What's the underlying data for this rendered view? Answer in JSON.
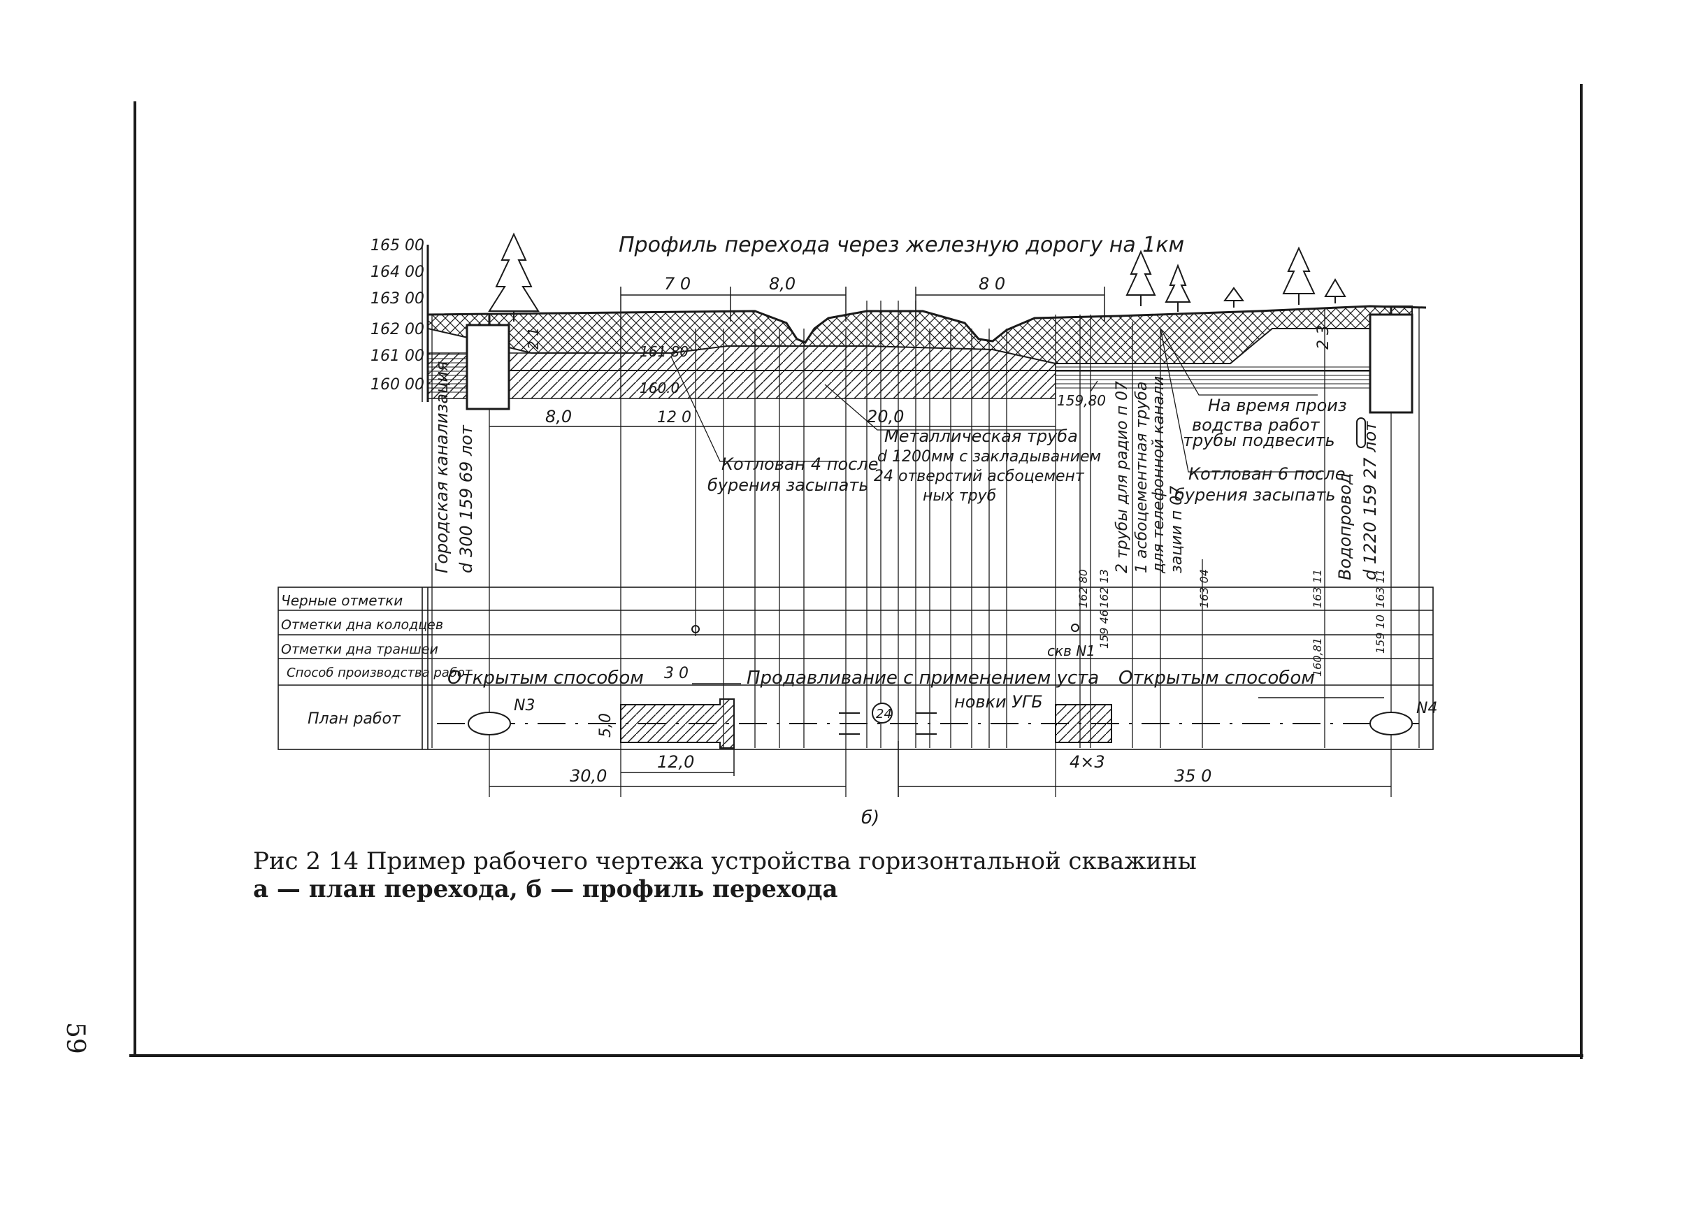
{
  "figure": {
    "title": "Профиль перехода через железную дорогу на 1км",
    "panel_label": "б)",
    "page_number": "59"
  },
  "caption": {
    "line1": "Рис 2 14 Пример рабочего чертежа устройства горизонтальной скважины",
    "line2": "а — план перехода, б — профиль перехода"
  },
  "elevation_scale": [
    "165 00",
    "164 00",
    "163 00",
    "162 00",
    "161 00",
    "160 00"
  ],
  "top_dimensions": [
    "7 0",
    "8,0",
    "8 0"
  ],
  "profile_labels": {
    "depth_left": "2 1",
    "depth_right": "2 3",
    "level_161": "161 80",
    "level_160": "160.0",
    "level_159": "159,80",
    "dim_8": "8,0",
    "dim_12": "12 0",
    "dim_20": "20,0"
  },
  "annotations": {
    "sewer": [
      "Городская канализация",
      "d 300 159 69 лот"
    ],
    "pit4": [
      "Котлован 4 после",
      "бурения засыпать"
    ],
    "pipe": [
      "Металлическая труба",
      "d 1200мм с закладыванием",
      "24 отверстий асбоцемент",
      "ных труб"
    ],
    "radio": [
      "2 трубы для радио п 07"
    ],
    "telephone": [
      "1 асбоцементная труба",
      "для телефонной канали",
      "зации п 07"
    ],
    "hang": [
      "На время произ",
      "водства работ",
      "трубы подвесить"
    ],
    "pit6": [
      "Котлован 6 после",
      "бурения засыпать"
    ],
    "water": [
      "Водопровод",
      "d 1220 159 27 лот"
    ]
  },
  "table": {
    "row_headers": [
      "Черные отметки",
      "Отметки дна колодцев",
      "Отметки дна траншеи",
      "Способ производства работ",
      "План работ"
    ],
    "black_marks": [
      "162 80",
      "162 13",
      "163 04",
      "163 11",
      "163 11"
    ],
    "well_marks": [
      "159 46",
      "159 10"
    ],
    "trench_marks": [
      "скв N1",
      "160,81"
    ],
    "method_open_left": "Открытым способом",
    "method_push": "Продавливание с применением уста",
    "method_push_cont": "новки УГБ",
    "method_open_right": "Открытым способом",
    "dim_3": "3 0",
    "dim_5": "5,0",
    "well_left": "N3",
    "well_right": "N4",
    "circle_number": "24"
  },
  "bottom_dimensions": [
    "12,0",
    "30,0",
    "4×3",
    "35 0"
  ]
}
